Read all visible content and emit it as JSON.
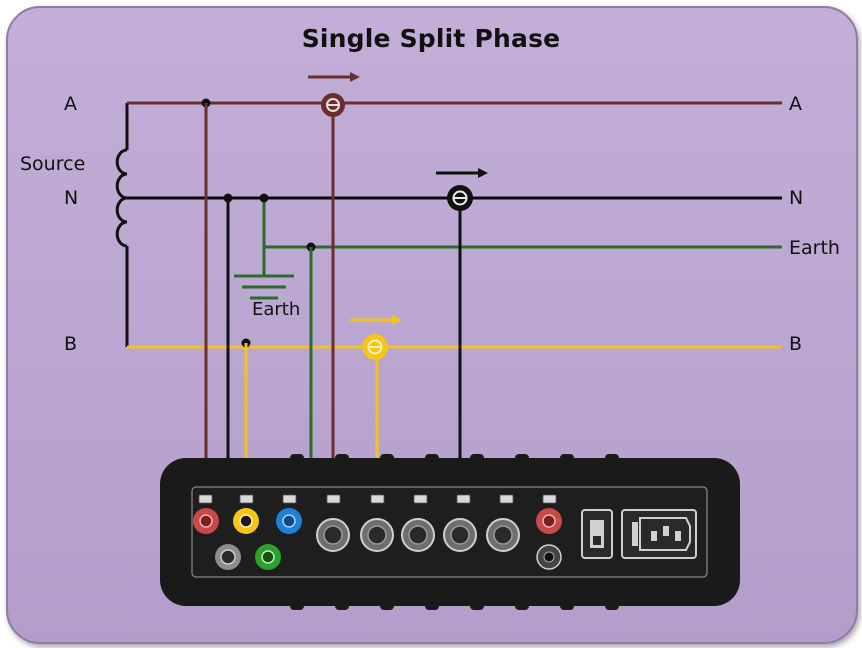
{
  "title": "Single Split Phase",
  "labels": {
    "a_left": "A",
    "a_right": "A",
    "source": "Source",
    "n_left": "N",
    "n_right": "N",
    "earth_right": "Earth",
    "earth_ground": "Earth",
    "b_left": "B",
    "b_right": "B"
  },
  "colors": {
    "phase_a": "#6b2e2e",
    "neutral": "#0a0a0a",
    "earth": "#2d6b2d",
    "phase_b": "#f2c31a",
    "current_probe_b": "#f5c518",
    "current_probe_n_terminal": "#1e7fd6",
    "green_terminal": "#2ea02e",
    "red_terminal": "#c94848",
    "device_body": "#1a1a1a"
  },
  "icons": [
    "current-clamp-icon",
    "ground-symbol-icon",
    "power-switch-icon",
    "power-inlet-icon",
    "direction-arrow-icon"
  ]
}
